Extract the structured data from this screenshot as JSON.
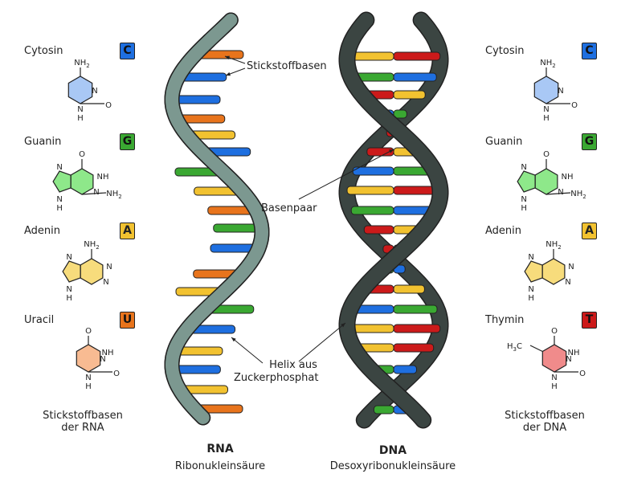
{
  "colors": {
    "cytosin": "#1e6fe0",
    "guanin": "#3aa832",
    "adenin": "#f2c230",
    "uracil": "#e8741c",
    "thymin": "#cc1a1a",
    "rna_backbone": "#7c9890",
    "dna_backbone": "#3b4542",
    "outline": "#222222"
  },
  "left_bases": {
    "items": [
      {
        "name": "Cytosin",
        "letter": "C",
        "color": "#1e6fe0"
      },
      {
        "name": "Guanin",
        "letter": "G",
        "color": "#3aa832"
      },
      {
        "name": "Adenin",
        "letter": "A",
        "color": "#f2c230"
      },
      {
        "name": "Uracil",
        "letter": "U",
        "color": "#e8741c"
      }
    ],
    "caption_line1": "Stickstoffbasen",
    "caption_line2": "der RNA"
  },
  "right_bases": {
    "items": [
      {
        "name": "Cytosin",
        "letter": "C",
        "color": "#1e6fe0"
      },
      {
        "name": "Guanin",
        "letter": "G",
        "color": "#3aa832"
      },
      {
        "name": "Adenin",
        "letter": "A",
        "color": "#f2c230"
      },
      {
        "name": "Thymin",
        "letter": "T",
        "color": "#cc1a1a"
      }
    ],
    "caption_line1": "Stickstoffbasen",
    "caption_line2": "der DNA"
  },
  "molecule_labels": {
    "nh2": "NH",
    "sub2": "2",
    "n": "N",
    "nh": "NH",
    "h": "H",
    "o": "O",
    "ch3": "H",
    "ch3_sub": "3",
    "ch3_c": "C"
  },
  "annotations": {
    "stickstoffbasen": "Stickstoffbasen",
    "basenpaar": "Basenpaar",
    "helix_line1": "Helix aus",
    "helix_line2": "Zuckerphosphat"
  },
  "rna": {
    "title": "RNA",
    "subtitle": "Ribonukleinsäure"
  },
  "dna": {
    "title": "DNA",
    "subtitle": "Desoxyribonukleinsäure"
  }
}
